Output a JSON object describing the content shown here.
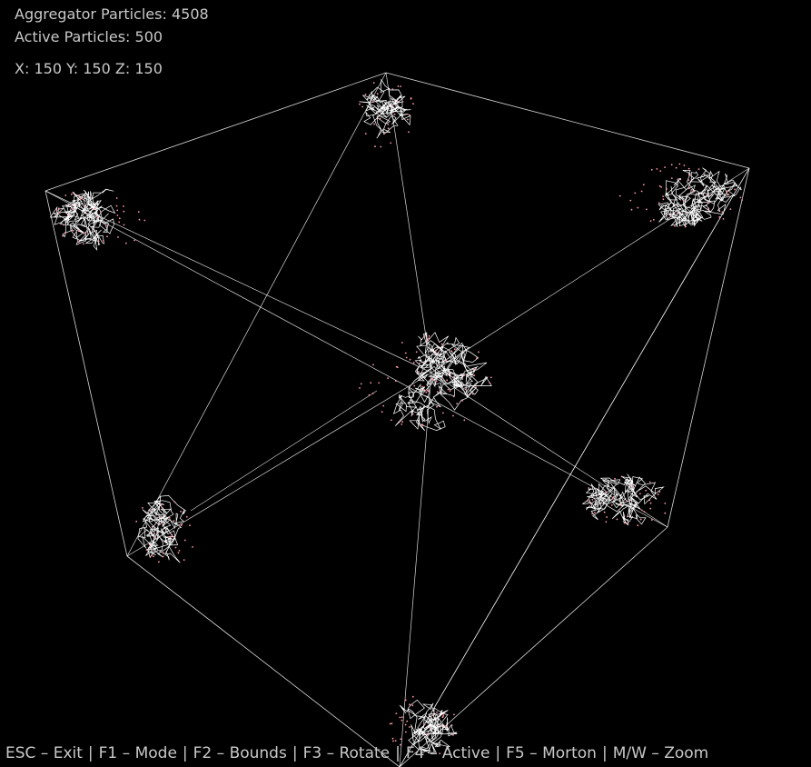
{
  "hud": {
    "aggregator_label": "Aggregator Particles:",
    "aggregator_count": "4508",
    "active_label": "Active Particles:",
    "active_count": "500",
    "coords_label_x": "X:",
    "coords_x": "150",
    "coords_label_y": "Y:",
    "coords_y": "150",
    "coords_label_z": "Z:",
    "coords_z": "150"
  },
  "controls": [
    {
      "key": "ESC",
      "action": "Exit"
    },
    {
      "key": "F1",
      "action": "Mode"
    },
    {
      "key": "F2",
      "action": "Bounds"
    },
    {
      "key": "F3",
      "action": "Rotate"
    },
    {
      "key": "F4",
      "action": "Active"
    },
    {
      "key": "F5",
      "action": "Morton"
    },
    {
      "key": "M/W",
      "action": "Zoom"
    }
  ],
  "colors": {
    "background": "#000000",
    "bounds_line": "#ffffff",
    "particle_line": "#ffffff",
    "particle_accent": "#ff9aa8",
    "hud_text": "#c8c8c8"
  }
}
